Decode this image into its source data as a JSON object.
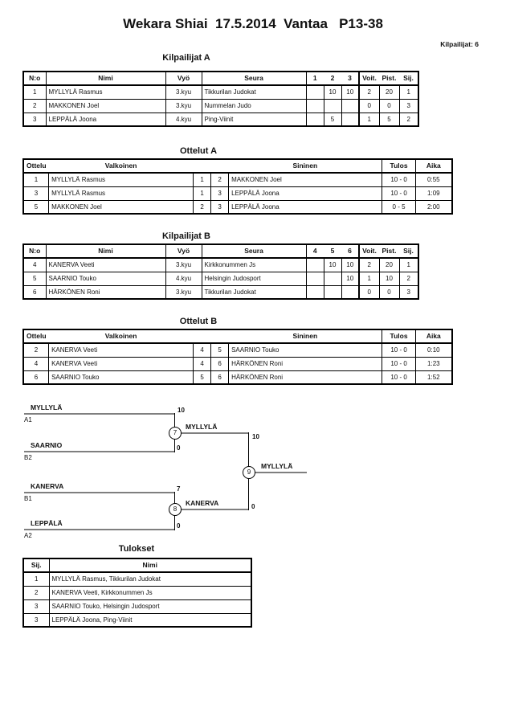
{
  "header": {
    "title": "Wekara Shiai  17.5.2014  Vantaa   P13-38",
    "competitors_label": "Kilpailijat: 6"
  },
  "pool_a": {
    "title": "Kilpailijat A",
    "headers": {
      "no": "N:o",
      "name": "Nimi",
      "belt": "Vyö",
      "club": "Seura",
      "m1": "1",
      "m2": "2",
      "m3": "3",
      "wins": "Voit.",
      "points": "Pist.",
      "place": "Sij."
    },
    "rows": [
      {
        "no": "1",
        "name": "MYLLYLÄ Rasmus",
        "belt": "3.kyu",
        "club": "Tikkurilan Judokat",
        "m1": "",
        "m2": "10",
        "m3": "10",
        "wins": "2",
        "points": "20",
        "place": "1"
      },
      {
        "no": "2",
        "name": "MAKKONEN Joel",
        "belt": "3.kyu",
        "club": "Nummelan Judo",
        "m1": "",
        "m2": "",
        "m3": "",
        "wins": "0",
        "points": "0",
        "place": "3"
      },
      {
        "no": "3",
        "name": "LEPPÄLÄ Joona",
        "belt": "4.kyu",
        "club": "Ping-Viinit",
        "m1": "",
        "m2": "5",
        "m3": "",
        "wins": "1",
        "points": "5",
        "place": "2"
      }
    ]
  },
  "matches_a": {
    "title": "Ottelut A",
    "headers": {
      "match": "Ottelu",
      "white": "Valkoinen",
      "blue": "Sininen",
      "result": "Tulos",
      "time": "Aika"
    },
    "rows": [
      {
        "match": "1",
        "white": "MYLLYLÄ Rasmus",
        "wno": "1",
        "bno": "2",
        "blue": "MAKKONEN Joel",
        "result": "10 - 0",
        "time": "0:55"
      },
      {
        "match": "3",
        "white": "MYLLYLÄ Rasmus",
        "wno": "1",
        "bno": "3",
        "blue": "LEPPÄLÄ Joona",
        "result": "10 - 0",
        "time": "1:09"
      },
      {
        "match": "5",
        "white": "MAKKONEN Joel",
        "wno": "2",
        "bno": "3",
        "blue": "LEPPÄLÄ Joona",
        "result": "0 - 5",
        "time": "2:00"
      }
    ]
  },
  "pool_b": {
    "title": "Kilpailijat B",
    "headers": {
      "no": "N:o",
      "name": "Nimi",
      "belt": "Vyö",
      "club": "Seura",
      "m1": "4",
      "m2": "5",
      "m3": "6",
      "wins": "Voit.",
      "points": "Pist.",
      "place": "Sij."
    },
    "rows": [
      {
        "no": "4",
        "name": "KANERVA Veeti",
        "belt": "3.kyu",
        "club": "Kirkkonummen Js",
        "m1": "",
        "m2": "10",
        "m3": "10",
        "wins": "2",
        "points": "20",
        "place": "1"
      },
      {
        "no": "5",
        "name": "SAARNIO Touko",
        "belt": "4.kyu",
        "club": "Helsingin Judosport",
        "m1": "",
        "m2": "",
        "m3": "10",
        "wins": "1",
        "points": "10",
        "place": "2"
      },
      {
        "no": "6",
        "name": "HÄRKÖNEN Roni",
        "belt": "3.kyu",
        "club": "Tikkurilan Judokat",
        "m1": "",
        "m2": "",
        "m3": "",
        "wins": "0",
        "points": "0",
        "place": "3"
      }
    ]
  },
  "matches_b": {
    "title": "Ottelut B",
    "headers": {
      "match": "Ottelu",
      "white": "Valkoinen",
      "blue": "Sininen",
      "result": "Tulos",
      "time": "Aika"
    },
    "rows": [
      {
        "match": "2",
        "white": "KANERVA Veeti",
        "wno": "4",
        "bno": "5",
        "blue": "SAARNIO Touko",
        "result": "10 - 0",
        "time": "0:10"
      },
      {
        "match": "4",
        "white": "KANERVA Veeti",
        "wno": "4",
        "bno": "6",
        "blue": "HÄRKÖNEN Roni",
        "result": "10 - 0",
        "time": "1:23"
      },
      {
        "match": "6",
        "white": "SAARNIO Touko",
        "wno": "5",
        "bno": "6",
        "blue": "HÄRKÖNEN Roni",
        "result": "10 - 0",
        "time": "1:52"
      }
    ]
  },
  "bracket": {
    "entrants": [
      {
        "name": "MYLLYLÄ",
        "seed": "A1",
        "score": "10"
      },
      {
        "name": "SAARNIO",
        "seed": "B2",
        "score": "0"
      },
      {
        "name": "KANERVA",
        "seed": "B1",
        "score": "7"
      },
      {
        "name": "LEPPÄLÄ",
        "seed": "A2",
        "score": "0"
      }
    ],
    "semifinals": [
      {
        "number": "7",
        "winner": "MYLLYLÄ",
        "score": "10"
      },
      {
        "number": "8",
        "winner": "KANERVA",
        "score": "0"
      }
    ],
    "final": {
      "number": "9",
      "winner": "MYLLYLÄ"
    }
  },
  "results": {
    "title": "Tulokset",
    "headers": {
      "place": "Sij.",
      "name": "Nimi"
    },
    "rows": [
      {
        "place": "1",
        "name": "MYLLYLÄ Rasmus, Tikkurilan Judokat"
      },
      {
        "place": "2",
        "name": "KANERVA Veeti, Kirkkonummen Js"
      },
      {
        "place": "3",
        "name": "SAARNIO Touko, Helsingin Judosport"
      },
      {
        "place": "3",
        "name": "LEPPÄLÄ Joona, Ping-Viinit"
      }
    ]
  }
}
